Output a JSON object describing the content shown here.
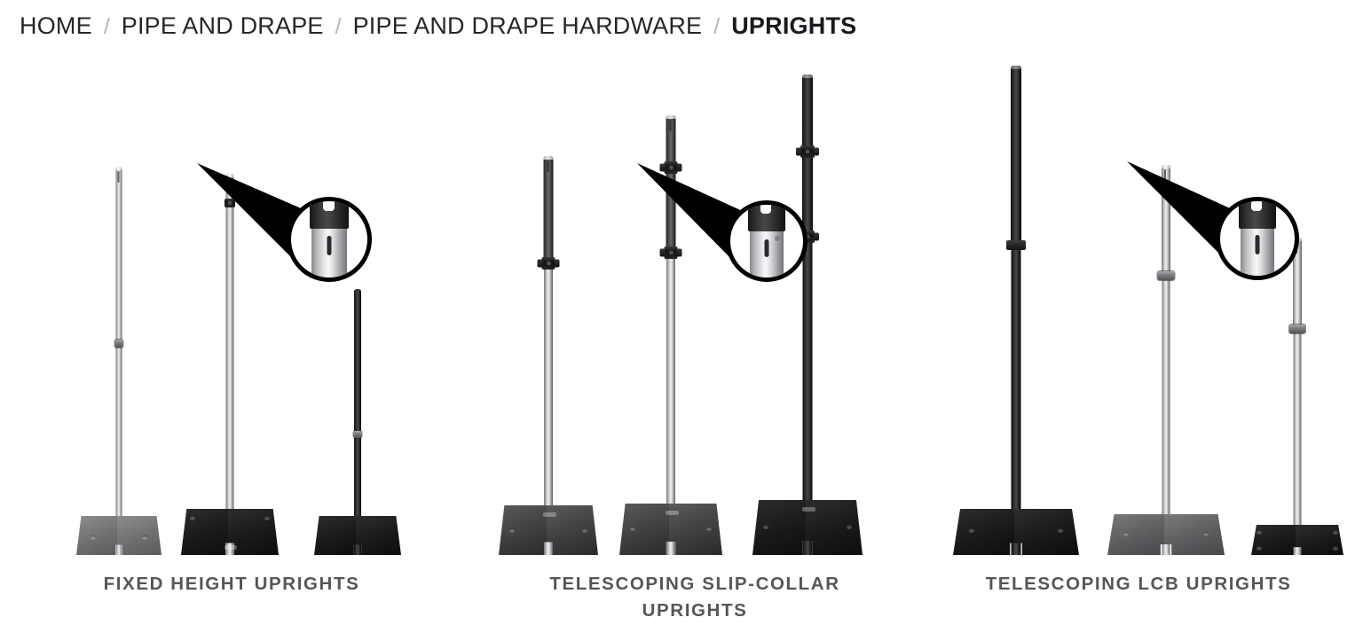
{
  "breadcrumb": {
    "separator": "/",
    "items": [
      {
        "label": "HOME",
        "current": false
      },
      {
        "label": "PIPE AND DRAPE",
        "current": false
      },
      {
        "label": "PIPE AND DRAPE HARDWARE",
        "current": false
      },
      {
        "label": "UPRIGHTS",
        "current": true
      }
    ]
  },
  "colors": {
    "background": "#ffffff",
    "breadcrumb_text": "#26262a",
    "breadcrumb_separator": "#b6b6b8",
    "caption_text": "#56565a",
    "callout_outline": "#000000",
    "pole_silver": "#d9dbdc",
    "pole_black": "#1a1a1c",
    "base_black": "#141414"
  },
  "groups": [
    {
      "id": "fixed-height-uprights",
      "caption_line1": "FIXED HEIGHT UPRIGHTS",
      "caption_line2": "",
      "callout": {
        "name": "slip-fitter-detail-callout",
        "detail": "notched-slip-fitter-top"
      },
      "products": [
        {
          "name": "fixed-height-upright-silver",
          "finish": "silver",
          "base": "light"
        },
        {
          "name": "fixed-height-upright-silver-tall",
          "finish": "silver",
          "base": "dark"
        },
        {
          "name": "fixed-height-upright-black",
          "finish": "black",
          "base": "dark"
        }
      ]
    },
    {
      "id": "telescoping-slip-collar-uprights",
      "caption_line1": "TELESCOPING SLIP-COLLAR",
      "caption_line2": "UPRIGHTS",
      "callout": {
        "name": "slip-fitter-detail-callout",
        "detail": "notched-slip-fitter-top"
      },
      "products": [
        {
          "name": "telescoping-slip-collar-upright-short",
          "finish": "silver",
          "base": "mid"
        },
        {
          "name": "telescoping-slip-collar-upright-tall",
          "finish": "silver",
          "base": "mid"
        },
        {
          "name": "telescoping-slip-collar-upright-black",
          "finish": "black",
          "base": "dark"
        }
      ]
    },
    {
      "id": "telescoping-lcb-uprights",
      "caption_line1": "TELESCOPING LCB UPRIGHTS",
      "caption_line2": "",
      "callout": {
        "name": "slip-fitter-detail-callout",
        "detail": "notched-slip-fitter-top"
      },
      "products": [
        {
          "name": "telescoping-lcb-upright-black",
          "finish": "black",
          "base": "dark"
        },
        {
          "name": "telescoping-lcb-upright-silver",
          "finish": "silver",
          "base": "gray"
        },
        {
          "name": "telescoping-lcb-upright-short",
          "finish": "silver",
          "base": "dark"
        }
      ]
    }
  ]
}
